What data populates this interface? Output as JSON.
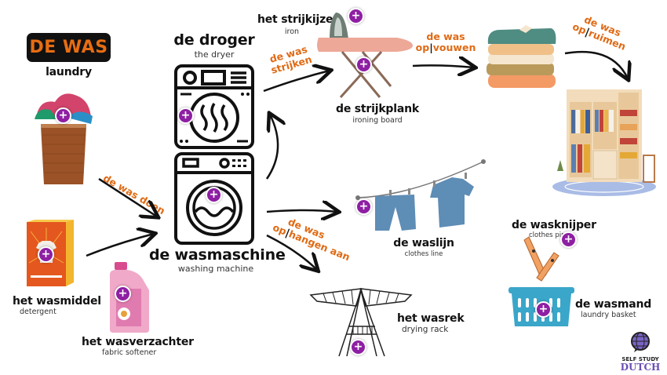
{
  "title": {
    "badge": "DE WAS",
    "gloss": "laundry"
  },
  "items": {
    "laundry_basket_hamper": {
      "plus": "+"
    },
    "dryer": {
      "term": "de droger",
      "gloss": "the dryer",
      "plus": "+"
    },
    "washing_machine": {
      "term": "de wasmaschine",
      "gloss": "washing machine",
      "plus": "+"
    },
    "detergent": {
      "term": "het wasmiddel",
      "gloss": "detergent",
      "plus": "+"
    },
    "fabric_softener": {
      "term": "het wasverzachter",
      "gloss": "fabric softener",
      "plus": "+"
    },
    "iron": {
      "term": "het strijkijzer",
      "gloss": "iron",
      "plus": "+"
    },
    "ironing_board": {
      "term": "de strijkplank",
      "gloss": "ironing board",
      "plus": "+"
    },
    "clothes_line": {
      "term": "de waslijn",
      "gloss": "clothes line",
      "plus": "+"
    },
    "drying_rack": {
      "term": "het wasrek",
      "gloss": "drying rack",
      "plus": "+"
    },
    "clothes_pin": {
      "term": "de wasknijper",
      "gloss": "clothes pin",
      "plus": "+"
    },
    "laundry_basket": {
      "term": "de wasmand",
      "gloss": "laundry basket",
      "plus": "+"
    }
  },
  "verbs": {
    "doen": {
      "line1": "de was doen"
    },
    "strijken": {
      "line1": "de was",
      "line2": "strijken"
    },
    "opvouwen": {
      "line1": "de was",
      "prefix": "op",
      "sep": "|",
      "rest": "vouwen"
    },
    "opruimen": {
      "line1": "de was",
      "prefix": "op",
      "sep": "|",
      "rest": "ruimen"
    },
    "ophangen": {
      "line1": "de was",
      "prefix": "op",
      "sep": "|",
      "rest": "hangen aan"
    }
  },
  "logo": {
    "line1": "SELF STUDY",
    "line2": "DUTCH"
  },
  "colors": {
    "accent_orange": "#e06a14",
    "plus_purple": "#8e1fa3",
    "logo_purple": "#6b4fb5"
  }
}
